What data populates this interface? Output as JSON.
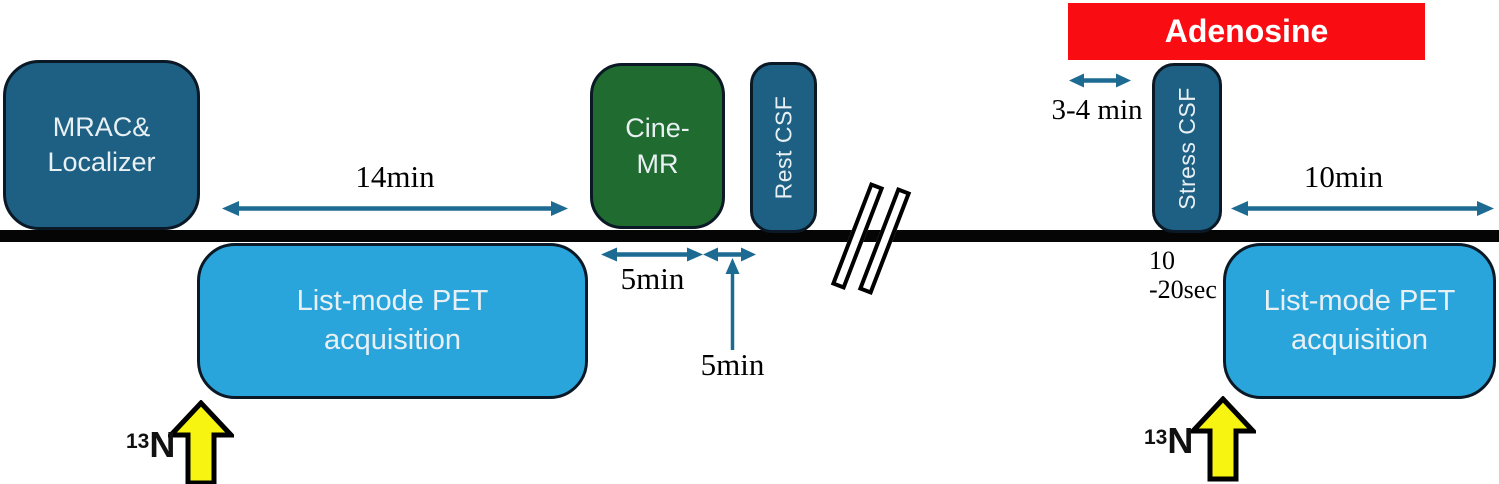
{
  "banner": {
    "label": "Adenosine"
  },
  "boxes": {
    "mrac": {
      "line1": "MRAC&",
      "line2": "Localizer"
    },
    "pet_left": {
      "line1": "List-mode PET",
      "line2": "acquisition"
    },
    "cine_mr": {
      "line1": "Cine-",
      "line2": "MR"
    },
    "rest_csf": {
      "label": "Rest CSF"
    },
    "stress_csf": {
      "label": "Stress CSF"
    },
    "pet_right": {
      "line1": "List-mode PET",
      "line2": "acquisition"
    }
  },
  "durations": {
    "rest_pet": "14min",
    "cine_mr": "5min",
    "post_cine_gap": "5min",
    "adenosine_lead": "3-4 min",
    "injection_line1": "10",
    "injection_line2": "-20sec",
    "stress_pet": "10min"
  },
  "tracer": {
    "isotope": "13",
    "element": "N"
  },
  "colors": {
    "dark_teal_box": "#1d6083",
    "light_blue_box": "#29a5dc",
    "green_box": "#206b2f",
    "banner_red": "#f90d13",
    "arrow_teal": "#1d6a92",
    "injection_arrow_yellow": "#f8f412",
    "timeline_black": "#050505"
  }
}
